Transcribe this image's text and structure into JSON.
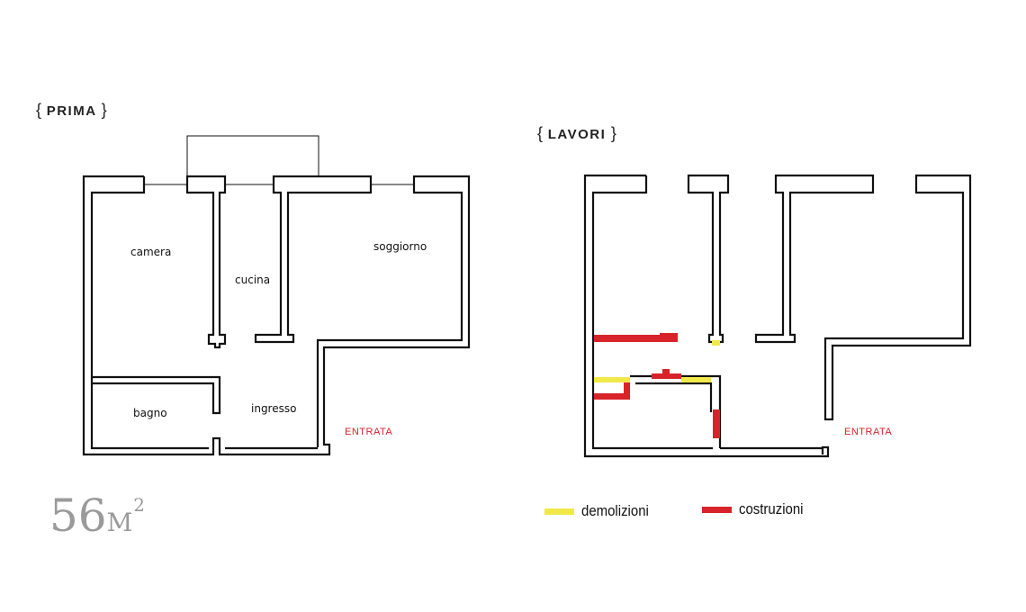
{
  "before": {
    "title_brace_open": "{",
    "title": "PRIMA",
    "title_brace_close": "}",
    "rooms": {
      "camera": "camera",
      "cucina": "cucina",
      "soggiorno": "soggiorno",
      "bagno": "bagno",
      "ingresso": "ingresso"
    },
    "entrance": "ENTRATA"
  },
  "works": {
    "title_brace_open": "{",
    "title": "LAVORI",
    "title_brace_close": "}",
    "entrance": "ENTRATA"
  },
  "area": {
    "value": "56",
    "unit": "M",
    "exponent": "2"
  },
  "legend": [
    {
      "label": "demolizioni",
      "color": "#f1e94a"
    },
    {
      "label": "costruzioni",
      "color": "#d8232a"
    }
  ],
  "colors": {
    "entrance": "#d8232a",
    "walls": "#111111"
  }
}
